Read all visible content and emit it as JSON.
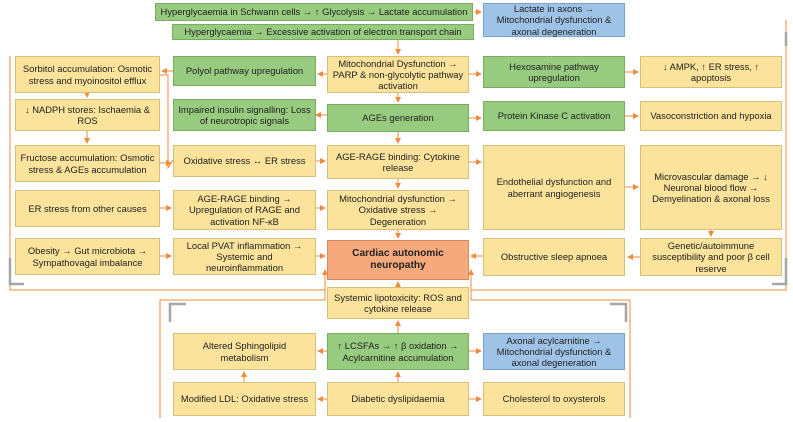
{
  "boxes": [
    {
      "text": "Hyperglycaemia in Schwann cells → ↑ Glycolysis → Lactate accumulation",
      "color": "green"
    },
    {
      "text": "Hyperglycaemia → Excessive activation of electron transport chain",
      "color": "green"
    },
    {
      "text": "Lactate in axons → Mitochondrial dysfunction & axonal degeneration",
      "color": "blue"
    },
    {
      "text": "Sorbitol accumulation: Osmotic stress and myoinositol efflux",
      "color": "yellow"
    },
    {
      "text": "Polyol pathway upregulation",
      "color": "green"
    },
    {
      "text": "Mitochondrial Dysfunction → PARP & non-glycolytic pathway activation",
      "color": "yellow"
    },
    {
      "text": "Hexosamine pathway upregulation",
      "color": "green"
    },
    {
      "text": "↓ AMPK, ↑ ER stress, ↑ apoptosis",
      "color": "yellow"
    },
    {
      "text": "↓ NADPH stores: Ischaemia & ROS",
      "color": "yellow"
    },
    {
      "text": "Impaired insulin signalling: Loss of neurotropic signals",
      "color": "green"
    },
    {
      "text": "AGEs generation",
      "color": "green"
    },
    {
      "text": "Protein Kinase C activation",
      "color": "green"
    },
    {
      "text": "Vasoconstriction and hypoxia",
      "color": "yellow"
    },
    {
      "text": "Fructose accumulation: Osmotic stress & AGEs accumulation",
      "color": "yellow"
    },
    {
      "text": "Oxidative stress ↔ ER stress",
      "color": "yellow"
    },
    {
      "text": "AGE-RAGE binding: Cytokine release",
      "color": "yellow"
    },
    {
      "text": "Endothelial dysfunction and aberrant angiogenesis",
      "color": "yellow"
    },
    {
      "text": "Microvascular damage → ↓ Neuronal blood flow → Demyelination & axonal loss",
      "color": "yellow"
    },
    {
      "text": "ER stress from other causes",
      "color": "yellow"
    },
    {
      "text": "AGE-RAGE binding → Upregulation of RAGE and activation NF-κB",
      "color": "yellow"
    },
    {
      "text": "Mitochondrial dysfunction → Oxidative stress → Degeneration",
      "color": "yellow"
    },
    {
      "text": "Obesity → Gut microbiota → Sympathovagal imbalance",
      "color": "yellow"
    },
    {
      "text": "Local PVAT inflammation → Systemic and neuroinflammation",
      "color": "yellow"
    },
    {
      "text": "Cardiac autonomic neuropathy",
      "color": "orange"
    },
    {
      "text": "Obstructive sleep apnoea",
      "color": "yellow"
    },
    {
      "text": "Genetic/autoimmune susceptibility and poor β cell reserve",
      "color": "yellow"
    },
    {
      "text": "Systemic lipotoxicity: ROS and cytokine release",
      "color": "yellow"
    },
    {
      "text": "Altered Sphingolipid metabolism",
      "color": "yellow"
    },
    {
      "text": "↑ LCSFAs → ↑ β oxidation → Acylcarnitine accumulation",
      "color": "green"
    },
    {
      "text": "Axonal acylcarnitine → Mitochondrial dysfunction & axonal degeneration",
      "color": "blue"
    },
    {
      "text": "Modified LDL: Oxidative stress",
      "color": "yellow"
    },
    {
      "text": "Diabetic dyslipidaemia",
      "color": "yellow"
    },
    {
      "text": "Cholesterol to oxysterols",
      "color": "yellow"
    }
  ],
  "colors": {
    "line": "#f08a3c",
    "arrow": "#f08a3c",
    "grey": "#a6a6a6"
  }
}
